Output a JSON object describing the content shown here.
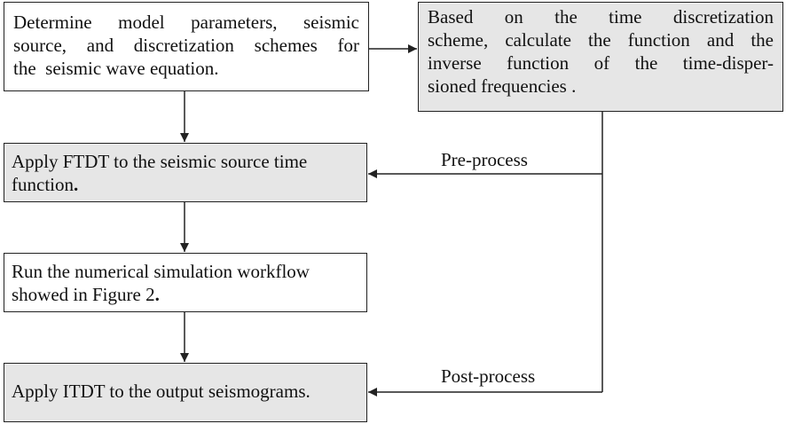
{
  "boxes": {
    "setup": {
      "lines": [
        "Determine model parameters, seismic",
        "source, and discretization schemes for",
        "the  seismic wave equation."
      ]
    },
    "dispersion": {
      "lines": [
        "Based on the time discretization",
        "scheme, calculate the function and the",
        "inverse function of the time-disper-",
        "sioned frequencies ."
      ]
    },
    "ftdt": {
      "line1": "Apply FTDT to the seismic source time",
      "line2_text": "function",
      "line2_bold": "."
    },
    "simulation": {
      "line1": "Run the numerical simulation workflow",
      "line2_text": "showed in Figure 2",
      "line2_bold": "."
    },
    "itdt": {
      "line1": "Apply ITDT to the output seismograms."
    }
  },
  "labels": {
    "pre": "Pre-process",
    "post": "Post-process"
  },
  "colors": {
    "grey_fill": "#e6e6e6",
    "line": "#222222"
  }
}
